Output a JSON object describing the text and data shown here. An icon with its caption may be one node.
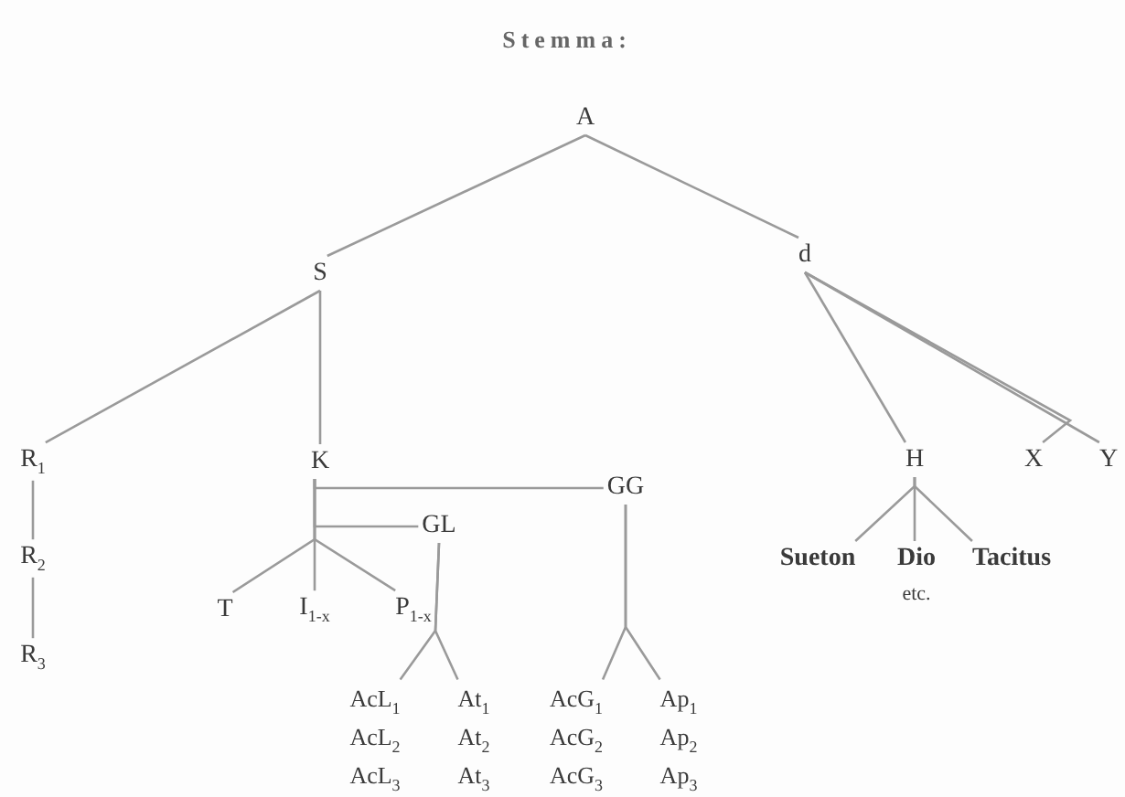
{
  "diagram": {
    "title": "Stemma:",
    "nodes": [
      {
        "text": [
          "A"
        ]
      },
      {
        "text": [
          "S"
        ]
      },
      {
        "text": [
          "d"
        ]
      },
      {
        "text": [
          "R$_{1}$"
        ]
      },
      {
        "text": [
          "R$_{2}$"
        ]
      },
      {
        "text": [
          "R$_{3}$"
        ]
      },
      {
        "text": [
          "K"
        ]
      },
      {
        "text": [
          "GL"
        ]
      },
      {
        "text": [
          "GG"
        ]
      },
      {
        "text": [
          "T"
        ]
      },
      {
        "text": [
          "I$_{1-x}$"
        ]
      },
      {
        "text": [
          "P$_{1-x}$"
        ]
      },
      {
        "text": [
          "AcL$_{1}$",
          "AcL$_{2}$",
          "AcL$_{3}$"
        ]
      },
      {
        "text": [
          "At$_{1}$",
          "At$_{2}$",
          "At$_{3}$"
        ]
      },
      {
        "text": [
          "AcG$_{1}$",
          "AcG$_{2}$",
          "AcG$_{3}$"
        ]
      },
      {
        "text": [
          "Ap$_{1}$",
          "Ap$_{2}$",
          "Ap$_{3}$"
        ]
      },
      {
        "text": [
          "H"
        ]
      },
      {
        "text": [
          "X"
        ]
      },
      {
        "text": [
          "Y"
        ]
      },
      {
        "text": [
          "Sueton"
        ]
      },
      {
        "text": [
          "Dio"
        ],
        "beside": [
          "etc."
        ]
      },
      {
        "text": [
          "Tacitus"
        ]
      }
    ],
    "edges": [
      {
        "from": 0,
        "to": 1,
        "arrow": "none"
      },
      {
        "from": 0,
        "to": 2,
        "arrow": "none"
      },
      {
        "from": 1,
        "to": 3,
        "arrow": "none"
      },
      {
        "from": 3,
        "to": 4,
        "arrow": "none"
      },
      {
        "from": 4,
        "to": 5,
        "arrow": "none"
      },
      {
        "from": 1,
        "to": 6,
        "arrow": "none"
      },
      {
        "from": 6,
        "to": 8,
        "arrow": "none"
      },
      {
        "from": 6,
        "to": 7,
        "arrow": "none"
      },
      {
        "from": 6,
        "to": 9,
        "arrow": "none"
      },
      {
        "from": 6,
        "to": 10,
        "arrow": "none"
      },
      {
        "from": 6,
        "to": 11,
        "arrow": "none"
      },
      {
        "from": 7,
        "to": 12,
        "arrow": "none"
      },
      {
        "from": 7,
        "to": 13,
        "arrow": "none"
      },
      {
        "from": 8,
        "to": 14,
        "arrow": "none"
      },
      {
        "from": 8,
        "to": 15,
        "arrow": "none"
      },
      {
        "from": 2,
        "to": 16,
        "arrow": "none"
      },
      {
        "from": 2,
        "to": 17,
        "arrow": "none"
      },
      {
        "from": 2,
        "to": 18,
        "arrow": "none"
      },
      {
        "from": 16,
        "to": 19,
        "arrow": "none"
      },
      {
        "from": 16,
        "to": 20,
        "arrow": "none"
      },
      {
        "from": 16,
        "to": 21,
        "arrow": "none"
      }
    ]
  }
}
